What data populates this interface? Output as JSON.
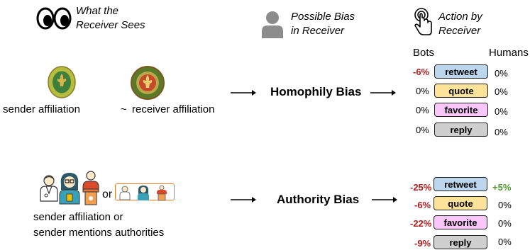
{
  "headers": {
    "what_receiver_sees": [
      "What the",
      "Receiver Sees"
    ],
    "possible_bias": [
      "Possible Bias",
      "in Receiver"
    ],
    "action_by_receiver": [
      "Action by",
      "Receiver"
    ]
  },
  "column_labels": {
    "bots": "Bots",
    "humans": "Humans"
  },
  "homophily": {
    "sender_label": "sender affiliation",
    "tilde": "~",
    "receiver_label": "receiver affiliation",
    "bias_label": "Homophily Bias",
    "rows": [
      {
        "action": "retweet",
        "bots": "-6%",
        "humans": "0%",
        "color": "#bcd6ee"
      },
      {
        "action": "quote",
        "bots": "0%",
        "humans": "0%",
        "color": "#fde39a"
      },
      {
        "action": "favorite",
        "bots": "0%",
        "humans": "0%",
        "color": "#f8c6f8"
      },
      {
        "action": "reply",
        "bots": "0%",
        "humans": "0%",
        "color": "#cfcfcf"
      }
    ]
  },
  "authority": {
    "or_label": "or",
    "sender_label_line1": "sender affiliation or",
    "sender_label_line2": "sender mentions authorities",
    "bias_label": "Authority Bias",
    "rows": [
      {
        "action": "retweet",
        "bots": "-25%",
        "humans": "+5%",
        "color": "#bcd6ee"
      },
      {
        "action": "quote",
        "bots": "-6%",
        "humans": "0%",
        "color": "#fde39a"
      },
      {
        "action": "favorite",
        "bots": "-22%",
        "humans": "0%",
        "color": "#f8c6f8"
      },
      {
        "action": "reply",
        "bots": "-9%",
        "humans": "0%",
        "color": "#cfcfcf"
      }
    ]
  },
  "icons": [
    "eyes-icon",
    "person-icon",
    "tap-hand-icon",
    "scout-badge-icon",
    "doctor-icon",
    "professional-woman-icon",
    "speaker-podium-icon"
  ]
}
